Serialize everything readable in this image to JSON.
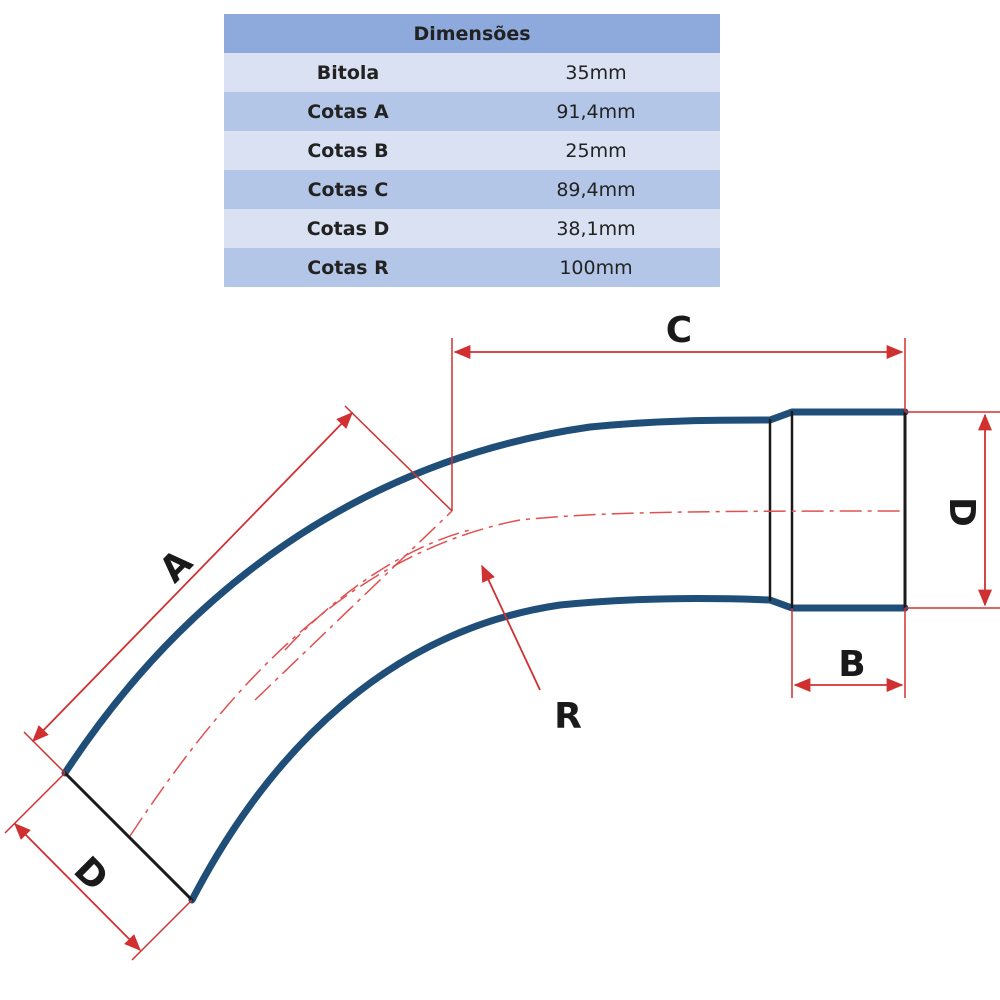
{
  "table": {
    "header": "Dimensões",
    "rows": [
      {
        "label": "Bitola",
        "value": "35mm"
      },
      {
        "label": "Cotas A",
        "value": "91,4mm"
      },
      {
        "label": "Cotas B",
        "value": "25mm"
      },
      {
        "label": "Cotas C",
        "value": "89,4mm"
      },
      {
        "label": "Cotas D",
        "value": "38,1mm"
      },
      {
        "label": "Cotas R",
        "value": "100mm"
      }
    ]
  },
  "drawing": {
    "labels": {
      "a": "A",
      "b": "B",
      "c": "C",
      "d_right": "D",
      "d_left": "D",
      "r": "R"
    },
    "colors": {
      "pipe": "#1f4e79",
      "dimension": "#d03030",
      "centerline": "#e05050",
      "text": "#1a1a1a"
    }
  }
}
